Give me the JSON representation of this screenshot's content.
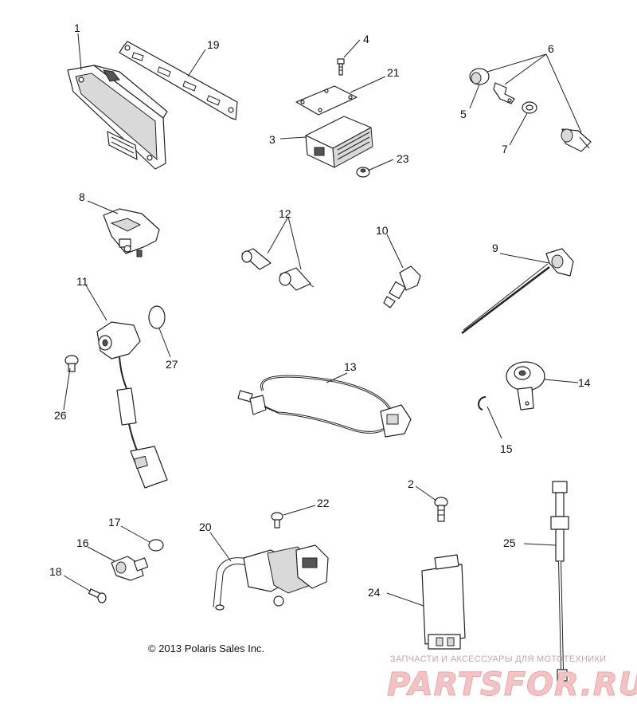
{
  "callouts": [
    "1",
    "19",
    "4",
    "21",
    "6",
    "5",
    "7",
    "3",
    "23",
    "8",
    "12",
    "10",
    "9",
    "11",
    "27",
    "26",
    "13",
    "14",
    "15",
    "2",
    "22",
    "17",
    "20",
    "16",
    "18",
    "25",
    "24"
  ],
  "copyright": "© 2013 Polaris Sales Inc.",
  "watermark": {
    "tagline": "ЗАПЧАСТИ И АКСЕССУАРЫ ДЛЯ МОТОТЕХНИКИ",
    "logo_text": "PARTSFOR.RU"
  }
}
